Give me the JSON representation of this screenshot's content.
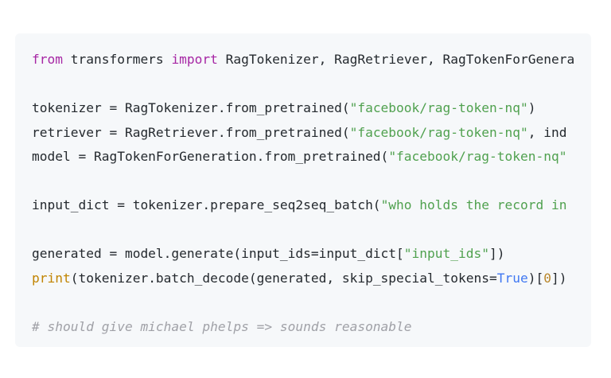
{
  "code_block": {
    "language": "python",
    "colors": {
      "background": "#f6f8fa",
      "text": "#24292e",
      "keyword": "#a626a4",
      "string": "#50a14f",
      "builtin": "#c18401",
      "constant": "#4078f2",
      "number": "#b9862a",
      "comment": "#a0a1a7"
    },
    "lines": [
      {
        "kw1": "from",
        "t1": " transformers ",
        "kw2": "import",
        "t2": " RagTokenizer, RagRetriever, RagTokenForGenera"
      },
      {
        "text": ""
      },
      {
        "t1": "tokenizer = RagTokenizer.from_pretrained(",
        "s1": "\"facebook/rag-token-nq\"",
        "t2": ")"
      },
      {
        "t1": "retriever = RagRetriever.from_pretrained(",
        "s1": "\"facebook/rag-token-nq\"",
        "t2": ", ind"
      },
      {
        "t1": "model = RagTokenForGeneration.from_pretrained(",
        "s1": "\"facebook/rag-token-nq\""
      },
      {
        "text": ""
      },
      {
        "t1": "input_dict = tokenizer.prepare_seq2seq_batch(",
        "s1": "\"who holds the record in"
      },
      {
        "text": ""
      },
      {
        "t1": "generated = model.generate(input_ids=input_dict[",
        "s1": "\"input_ids\"",
        "t2": "])"
      },
      {
        "b1": "print",
        "t1": "(tokenizer.batch_decode(generated, skip_special_tokens=",
        "c1": "True",
        "t2": ")[",
        "n1": "0",
        "t3": "])"
      },
      {
        "text": ""
      },
      {
        "comment": "# should give michael phelps => sounds reasonable"
      }
    ]
  }
}
